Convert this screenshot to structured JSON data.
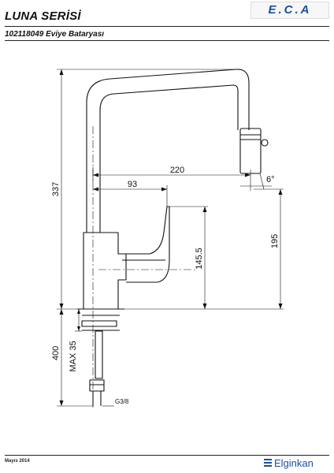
{
  "header": {
    "series_title": "LUNA SERİSİ",
    "product_line": "102118049 Eviye Bataryası",
    "brand": "E.C.A"
  },
  "footer": {
    "date": "Mayıs 2014",
    "company": "Elginkan"
  },
  "dimensions": {
    "height_total": "337",
    "spout_reach": "220",
    "handle_offset": "93",
    "spout_angle": "6°",
    "spout_height": "195",
    "handle_height": "145.5",
    "hose_length": "400",
    "max_counter": "MAX 35",
    "thread": "G3/8"
  },
  "colors": {
    "line": "#111111",
    "brand_blue": "#1b4f9c"
  }
}
